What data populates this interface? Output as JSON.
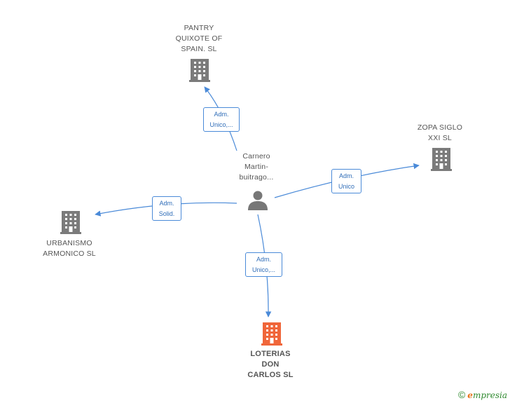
{
  "person": {
    "label": "Carnero\nMartin-\nbuitrago..."
  },
  "companies": [
    {
      "id": "pantry",
      "label": "PANTRY\nQUIXOTE OF\nSPAIN.  SL",
      "color": "#7b7b7b"
    },
    {
      "id": "zopa",
      "label": "ZOPA SIGLO\nXXI  SL",
      "color": "#7b7b7b"
    },
    {
      "id": "urbanismo",
      "label": "URBANISMO\nARMONICO SL",
      "color": "#7b7b7b"
    },
    {
      "id": "loterias",
      "label": "LOTERIAS\nDON\nCARLOS  SL",
      "color": "#f0663a"
    }
  ],
  "edges": [
    {
      "to": "pantry",
      "label": "Adm.\nUnico,..."
    },
    {
      "to": "zopa",
      "label": "Adm.\nUnico"
    },
    {
      "to": "urbanismo",
      "label": "Adm.\nSolid."
    },
    {
      "to": "loterias",
      "label": "Adm.\nUnico,..."
    }
  ],
  "colors": {
    "edge": "#4a8ad8",
    "person_icon": "#777777"
  },
  "footer": {
    "copyright": "©",
    "brand_e": "e",
    "brand_rest": "mpresia"
  }
}
